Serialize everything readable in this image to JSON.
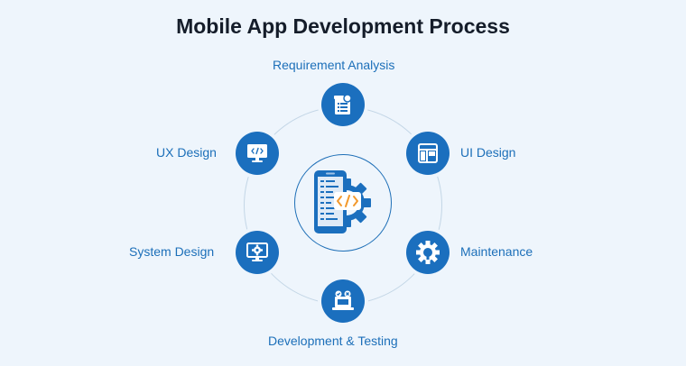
{
  "title": "Mobile App Development Process",
  "steps": {
    "requirement": {
      "label": "Requirement Analysis",
      "icon": "document-list-icon"
    },
    "ui": {
      "label": "UI Design",
      "icon": "layout-grid-icon"
    },
    "maintenance": {
      "label": "Maintenance",
      "icon": "gear-wrench-icon"
    },
    "dev_testing": {
      "label": "Development & Testing",
      "icon": "laptop-check-icon"
    },
    "system": {
      "label": "System Design",
      "icon": "monitor-gear-icon"
    },
    "ux": {
      "label": "UX Design",
      "icon": "monitor-code-icon"
    }
  },
  "center": {
    "icon": "mobile-code-gear-icon"
  },
  "colors": {
    "primary": "#1b6fbe",
    "label": "#1c6fb9",
    "accent": "#f39a2d",
    "background": "#eef5fc",
    "title": "#151d2a"
  }
}
